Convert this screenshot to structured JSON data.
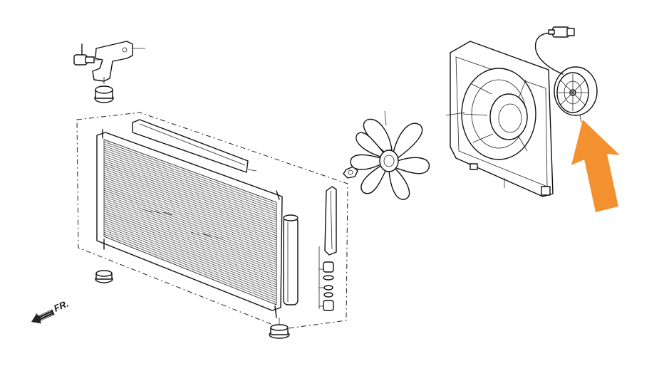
{
  "direction_marker": {
    "text": "FR."
  },
  "colors": {
    "highlight_arrow": "#f39131",
    "line": "#111111",
    "background": "#ffffff"
  },
  "parts": [
    "mounting-bolt",
    "upper-bracket",
    "upper-rubber-mount",
    "condenser-core",
    "top-seal-strip",
    "receiver-dryer",
    "side-seal-strip",
    "desiccant-kit",
    "lower-rubber-mount-left",
    "lower-rubber-mount-center",
    "cooling-fan-blade",
    "fan-hub-nut",
    "fan-shroud",
    "fan-motor",
    "motor-wire-connector"
  ]
}
